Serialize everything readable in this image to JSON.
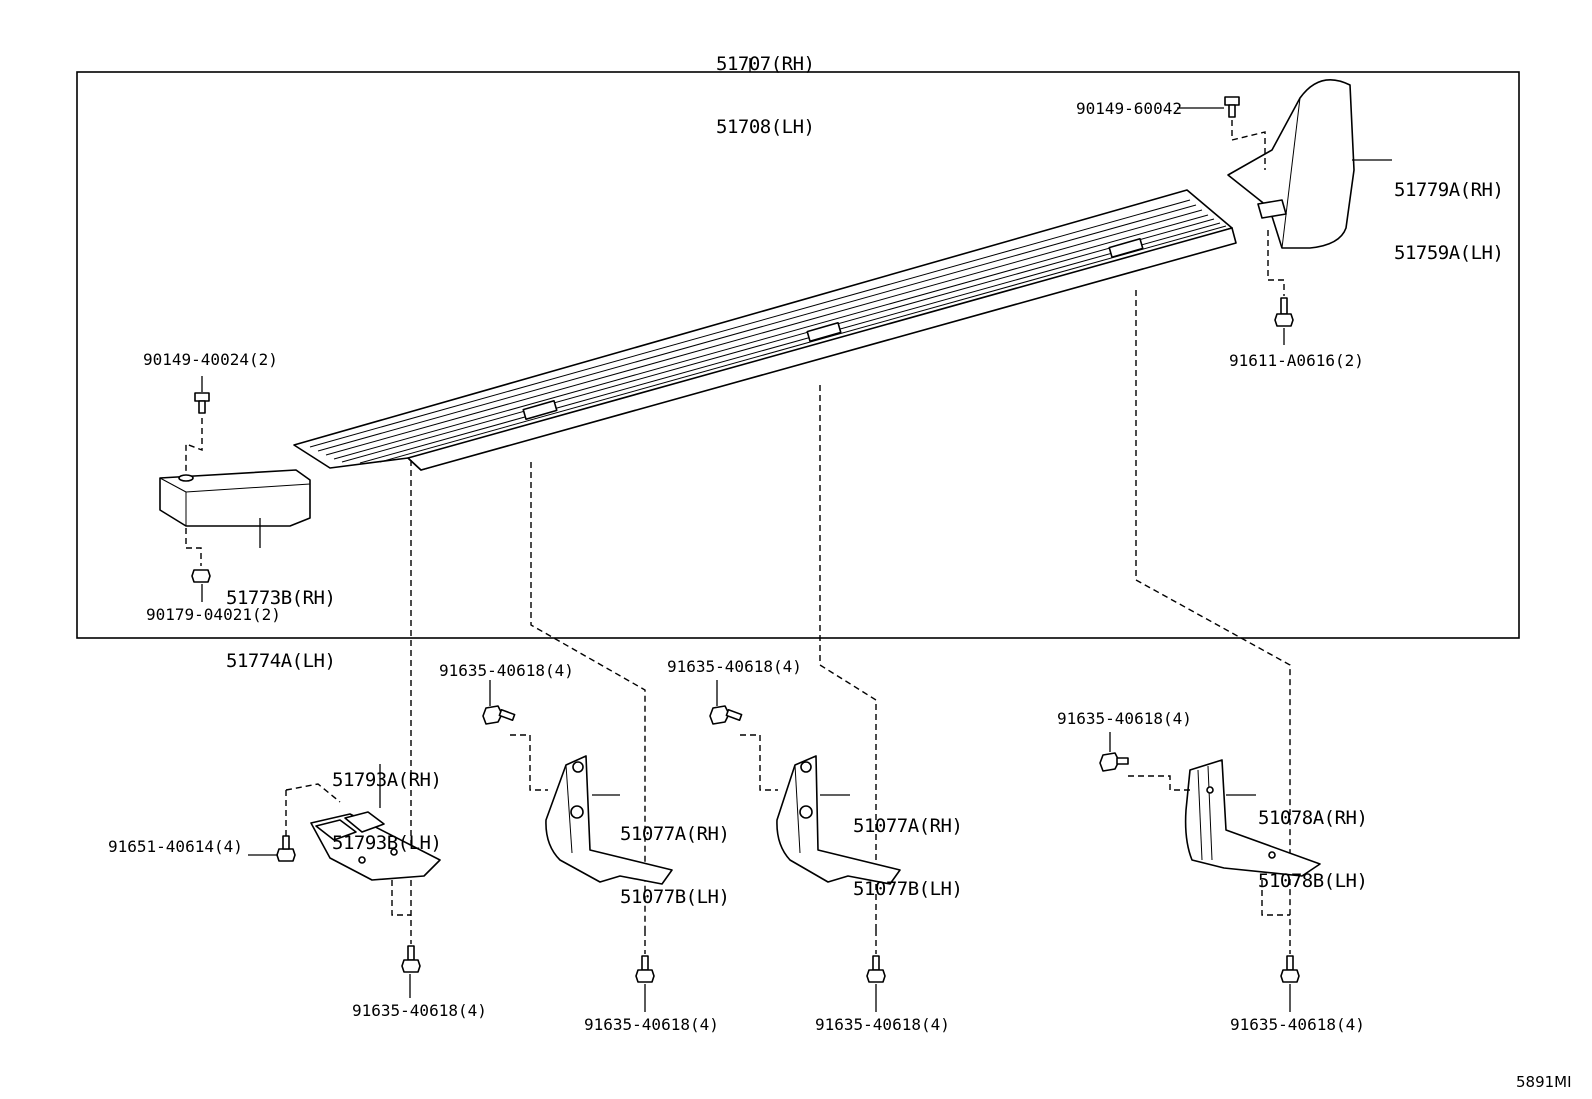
{
  "figure_code": "5891MI",
  "callouts": {
    "running_board": {
      "rh": "51707(RH)",
      "lh": "51708(LH)"
    },
    "rear_end_cap": {
      "rh": "51779A(RH)",
      "lh": "51759A(LH)"
    },
    "rear_cap_screw": "90149-60042",
    "rear_cap_bolt": "91611-A0616(2)",
    "front_cap_screw": "90149-40024(2)",
    "front_end_cap": {
      "rh": "51773B(RH)",
      "lh": "51774A(LH)"
    },
    "front_cap_nut": "90179-04021(2)",
    "front_bracket": {
      "rh": "51793A(RH)",
      "lh": "51793B(LH)"
    },
    "front_bracket_bolt_side": "91651-40614(4)",
    "front_bracket_bolt_bottom": "91635-40618(4)",
    "mid_bracket_1": {
      "rh": "51077A(RH)",
      "lh": "51077B(LH)"
    },
    "mid_bracket_1_bolt_top": "91635-40618(4)",
    "mid_bracket_1_bolt_bottom": "91635-40618(4)",
    "mid_bracket_2": {
      "rh": "51077A(RH)",
      "lh": "51077B(LH)"
    },
    "mid_bracket_2_bolt_top": "91635-40618(4)",
    "mid_bracket_2_bolt_bottom": "91635-40618(4)",
    "rear_bracket": {
      "rh": "51078A(RH)",
      "lh": "51078B(LH)"
    },
    "rear_bracket_bolt_side": "91635-40618(4)",
    "rear_bracket_bolt_bottom": "91635-40618(4)"
  }
}
